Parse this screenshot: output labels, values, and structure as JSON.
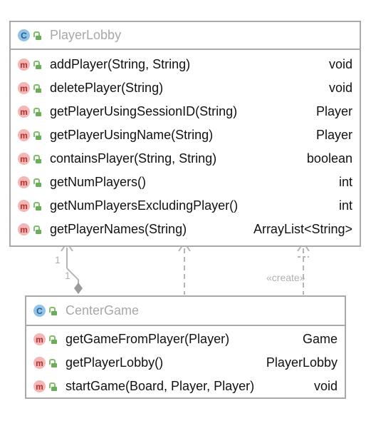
{
  "diagram": {
    "classes": [
      {
        "id": "playerlobby",
        "stereotype_icon": "C",
        "name": "PlayerLobby",
        "methods": [
          {
            "signature": "addPlayer(String, String)",
            "return_type": "void"
          },
          {
            "signature": "deletePlayer(String)",
            "return_type": "void"
          },
          {
            "signature": "getPlayerUsingSessionID(String)",
            "return_type": "Player"
          },
          {
            "signature": "getPlayerUsingName(String)",
            "return_type": "Player"
          },
          {
            "signature": "containsPlayer(String, String)",
            "return_type": "boolean"
          },
          {
            "signature": "getNumPlayers()",
            "return_type": "int"
          },
          {
            "signature": "getNumPlayersExcludingPlayer()",
            "return_type": "int"
          },
          {
            "signature": "getPlayerNames(String)",
            "return_type": "ArrayList<String>"
          }
        ]
      },
      {
        "id": "centergame",
        "stereotype_icon": "C",
        "name": "CenterGame",
        "methods": [
          {
            "signature": "getGameFromPlayer(Player)",
            "return_type": "Game"
          },
          {
            "signature": "getPlayerLobby()",
            "return_type": "PlayerLobby"
          },
          {
            "signature": "startGame(Board, Player, Player)",
            "return_type": "void"
          }
        ]
      }
    ],
    "method_icon": "m",
    "relations": {
      "aggregation": {
        "source_multiplicity": "1",
        "target_multiplicity": "1"
      },
      "create_label": "«create»"
    },
    "colors": {
      "border": "#a9a9a9",
      "class_icon": "#8fc3ea",
      "method_icon": "#f5b6b6",
      "public_icon": "#6aae58",
      "title_text": "#a8a8a8",
      "connector": "#b5b5b5"
    }
  }
}
